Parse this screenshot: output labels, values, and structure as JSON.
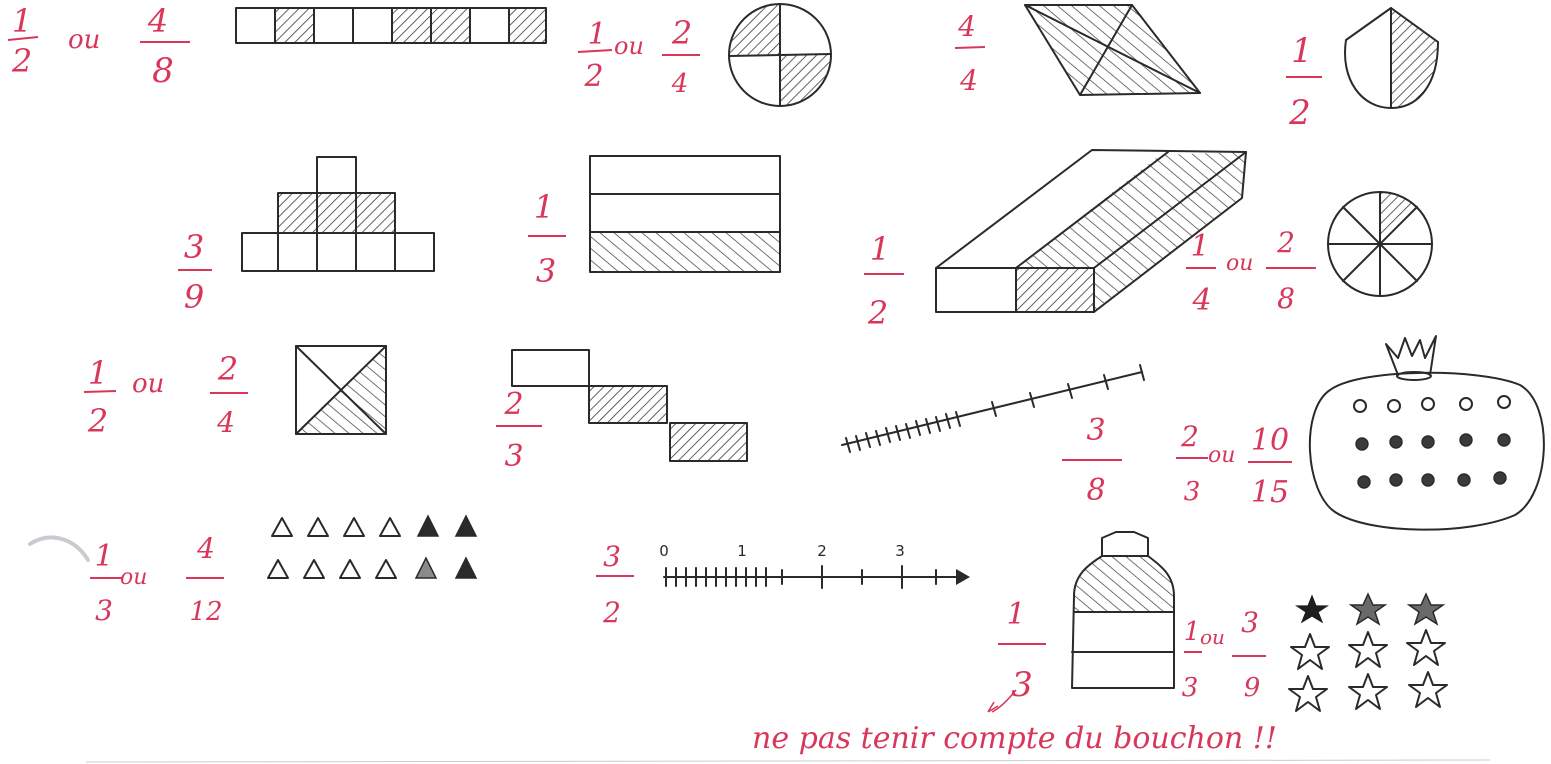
{
  "colors": {
    "ink": "#2a2a2a",
    "red_pen": "#d8375a",
    "paper": "#ffffff"
  },
  "r1": {
    "a": {
      "n1": "1",
      "d1": "2",
      "sep": "ou",
      "n2": "4",
      "d2": "8"
    },
    "b": {
      "n1": "1",
      "d1": "2",
      "sep": "ou",
      "n2": "2",
      "d2": "4"
    },
    "c": {
      "n": "4",
      "d": "4"
    },
    "d": {
      "n": "1",
      "d": "2"
    }
  },
  "r2": {
    "a": {
      "n": "3",
      "d": "9"
    },
    "b": {
      "n": "1",
      "d": "3"
    },
    "c": {
      "n": "1",
      "d": "2"
    },
    "d": {
      "n1": "1",
      "d1": "4",
      "sep": "ou",
      "n2": "2",
      "d2": "8"
    }
  },
  "r3": {
    "a": {
      "n1": "1",
      "d1": "2",
      "sep": "ou",
      "n2": "2",
      "d2": "4"
    },
    "b": {
      "n": "2",
      "d": "3"
    },
    "c": {
      "n": "3",
      "d": "8"
    },
    "d": {
      "n1": "2",
      "d1": "3",
      "sep": "ou",
      "n2": "10",
      "d2": "15"
    }
  },
  "r4": {
    "a": {
      "n1": "1",
      "d1": "3",
      "sep": "ou",
      "n2": "4",
      "d2": "12"
    },
    "b": {
      "n": "3",
      "d": "2"
    },
    "number_line_labels": [
      "0",
      "1",
      "2",
      "3"
    ],
    "c": {
      "n": "1",
      "d": "3"
    },
    "d": {
      "n1": "1",
      "d1": "3",
      "sep": "ou",
      "n2": "3",
      "d2": "9"
    }
  },
  "note": "ne pas tenir compte du bouchon !!"
}
